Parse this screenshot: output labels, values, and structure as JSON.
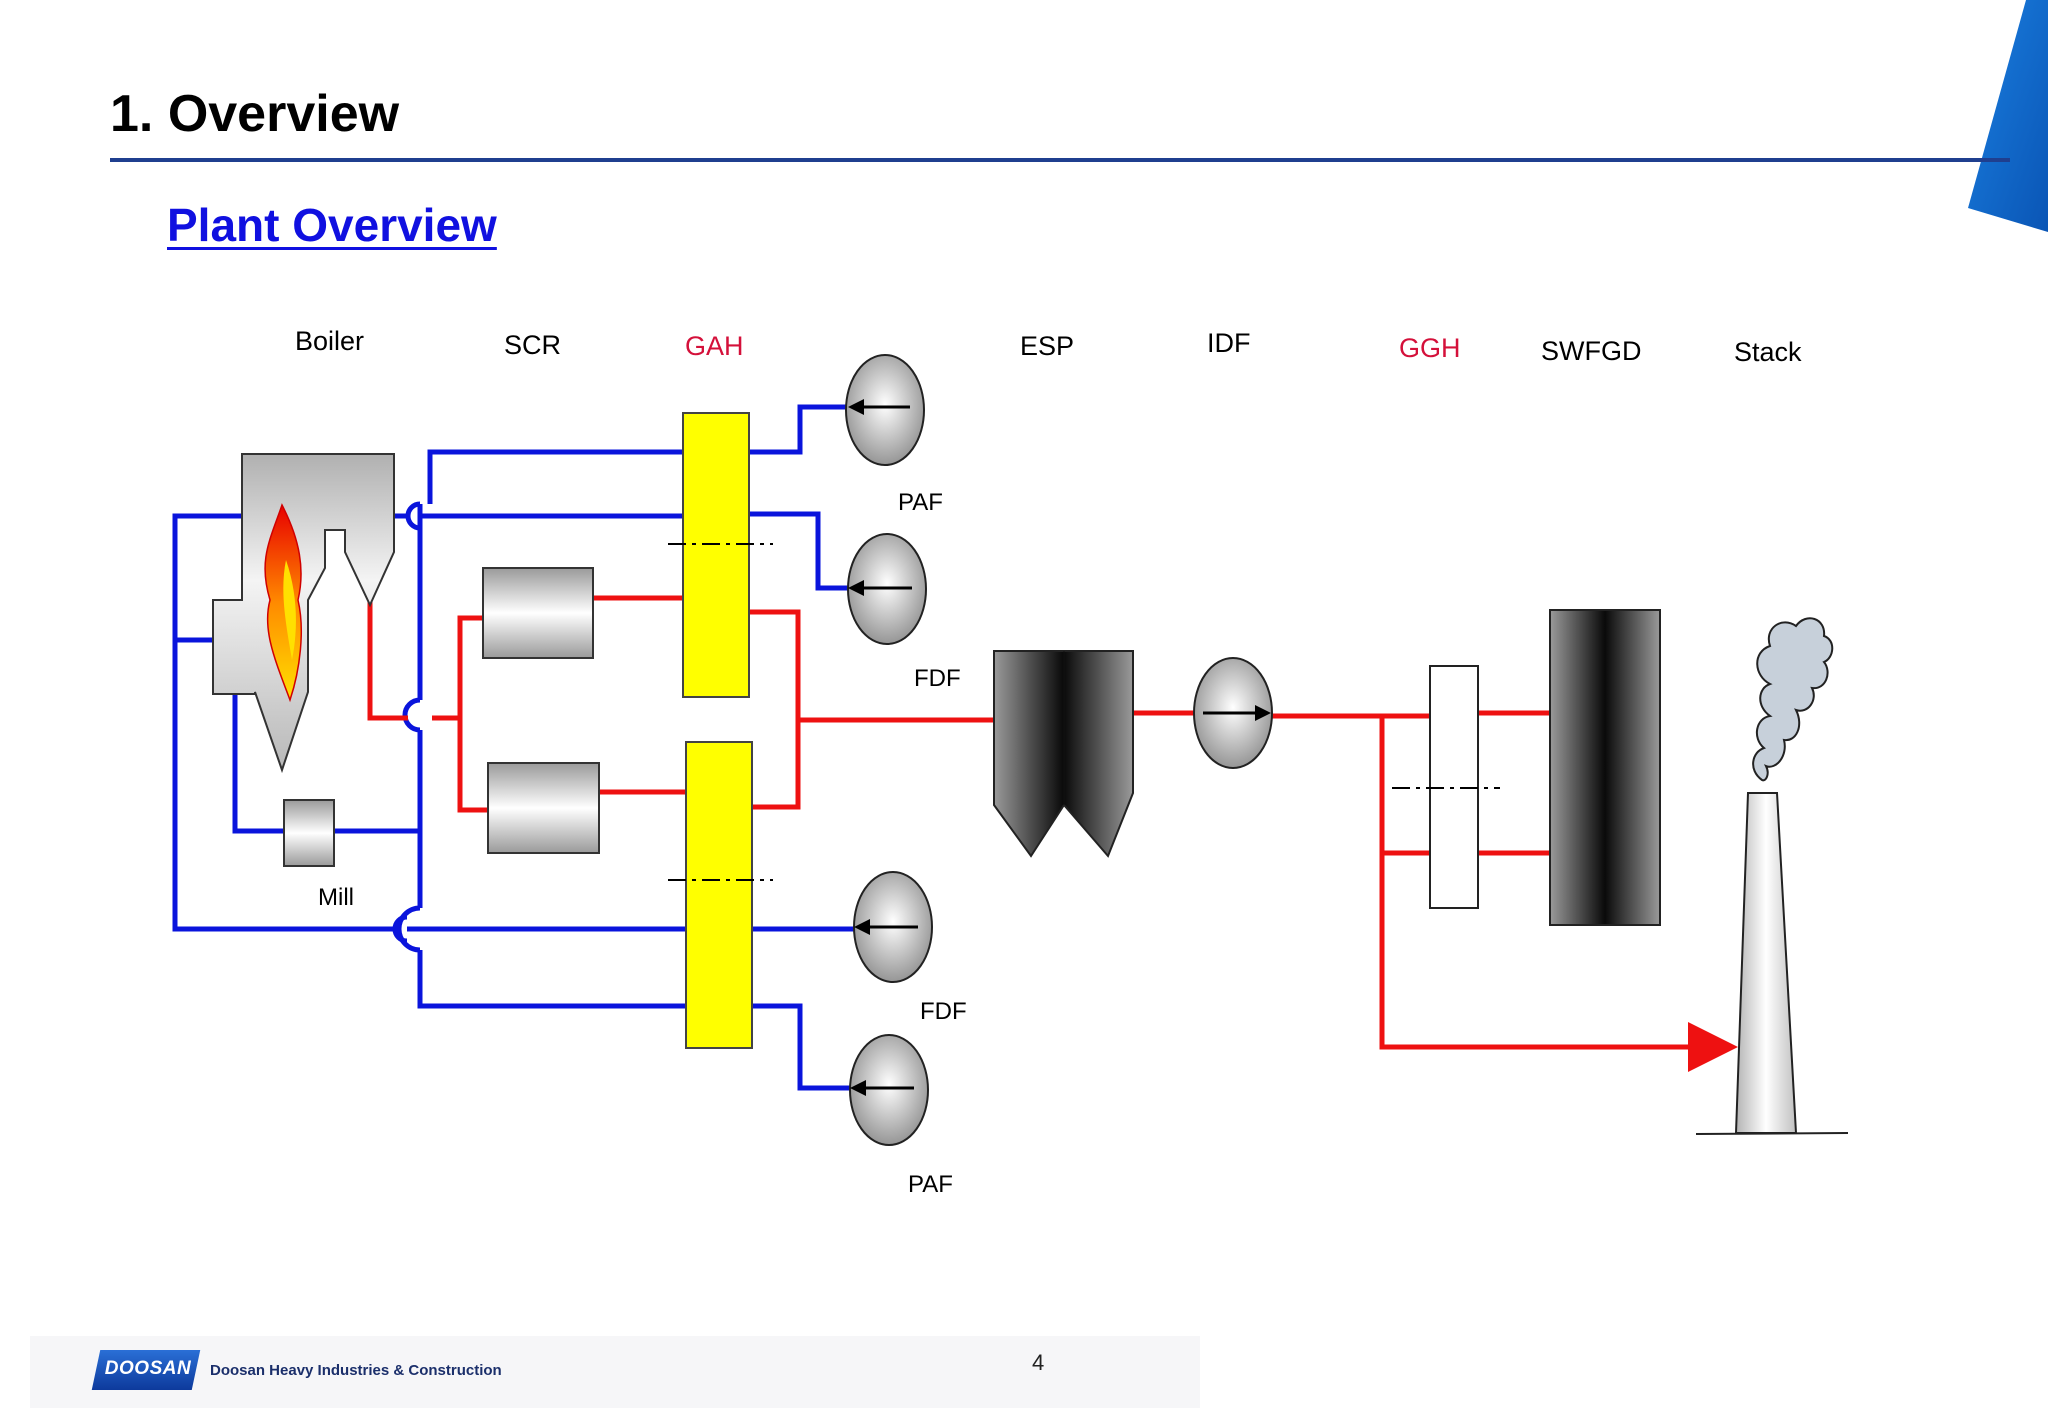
{
  "slide": {
    "title": "1. Overview",
    "subtitle": "Plant Overview",
    "page_number": "4"
  },
  "diagram": {
    "labels": {
      "boiler": "Boiler",
      "scr": "SCR",
      "gah": "GAH",
      "esp": "ESP",
      "idf": "IDF",
      "ggh": "GGH",
      "swfgd": "SWFGD",
      "stack": "Stack",
      "paf_top": "PAF",
      "fdf_top": "FDF",
      "fdf_bottom": "FDF",
      "paf_bottom": "PAF",
      "mill": "Mill"
    },
    "colors": {
      "air_line": "#0a14dc",
      "flue_gas_line": "#ee1111",
      "gah_fill": "#ffff00",
      "highlight_label": "#d4103a"
    }
  },
  "footer": {
    "logo_text": "DOOSAN",
    "company": "Doosan Heavy Industries & Construction"
  },
  "icons": {
    "corner": "corner-accent-shape",
    "logo": "doosan-logo"
  }
}
